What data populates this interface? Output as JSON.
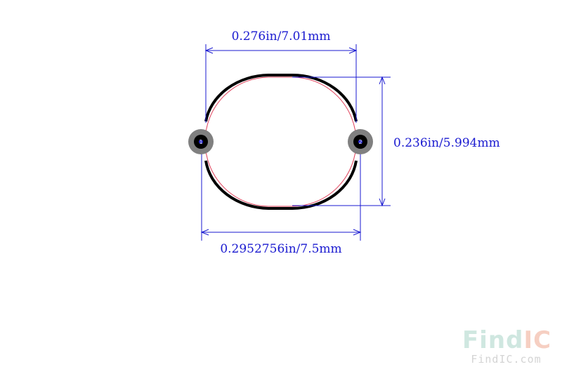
{
  "dimensions": {
    "top_width": "0.276in/7.01mm",
    "height": "0.236in/5.994mm",
    "bottom_width": "0.2952756in/7.5mm"
  },
  "pads": [
    {
      "label": "1"
    },
    {
      "label": "2"
    }
  ],
  "watermark": {
    "logo_find": "Find",
    "logo_ic": "IC",
    "url": "FindIC.com"
  },
  "colors": {
    "dimension": "#1a1ad0",
    "silkscreen": "#000000",
    "body_outline": "#e0405a",
    "pad_ring": "#808080"
  }
}
